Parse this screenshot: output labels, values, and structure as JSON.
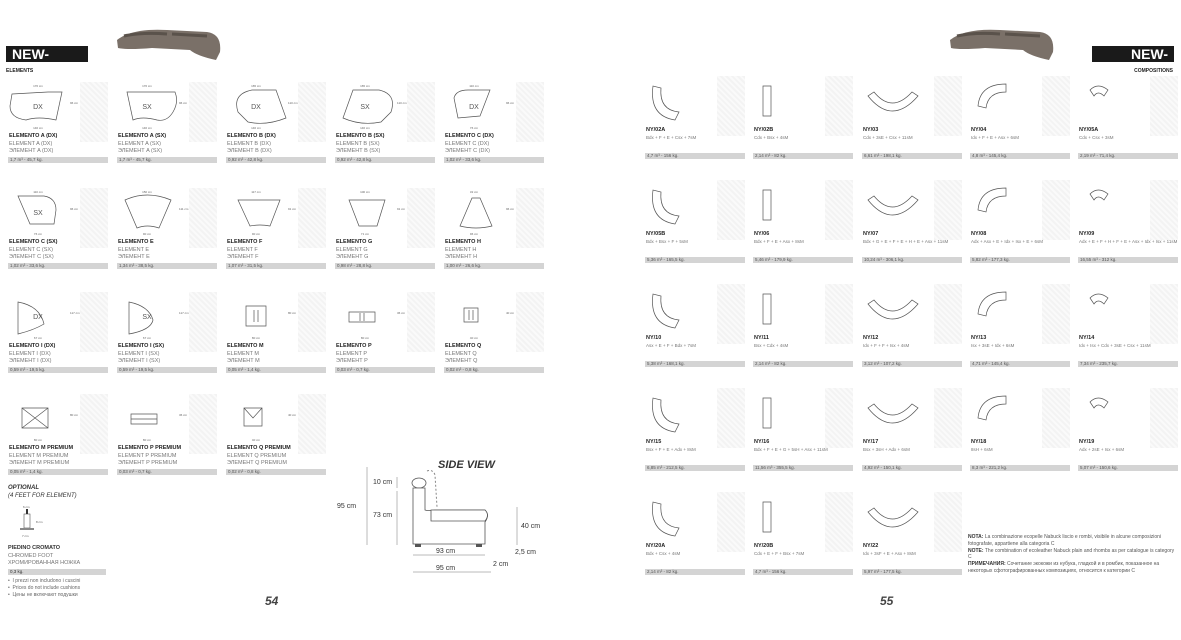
{
  "left": {
    "brand": "NEW-YORK",
    "section": "ELEMENTS",
    "page_number": "54",
    "elements": [
      {
        "it": "ELEMENTO A (DX)",
        "en": "ELEMENT A (DX)",
        "ru": "ЭЛЕМЕНТ A (DX)",
        "spec": "1,7 m³ - 45,7 kg.",
        "tag": "DX",
        "shape": "A",
        "dims": [
          "176 cm",
          "96 cm",
          "146 cm"
        ]
      },
      {
        "it": "ELEMENTO A (SX)",
        "en": "ELEMENT A (SX)",
        "ru": "ЭЛЕМЕНТ A (SX)",
        "spec": "1,7 m³ - 45,7 kg.",
        "tag": "SX",
        "shape": "A2",
        "dims": [
          "176 cm",
          "96 cm",
          "146 cm"
        ]
      },
      {
        "it": "ELEMENTO B (DX)",
        "en": "ELEMENT B (DX)",
        "ru": "ЭЛЕМЕНТ B (DX)",
        "spec": "0,92 m³ - 42,8 kg.",
        "tag": "DX",
        "shape": "B",
        "dims": [
          "165 cm",
          "110 cm",
          "146 cm"
        ]
      },
      {
        "it": "ELEMENTO B (SX)",
        "en": "ELEMENT B (SX)",
        "ru": "ЭЛЕМЕНТ B (SX)",
        "spec": "0,92 m³ - 42,8 kg.",
        "tag": "SX",
        "shape": "B2",
        "dims": [
          "165 cm",
          "110 cm",
          "146 cm"
        ]
      },
      {
        "it": "ELEMENTO C (DX)",
        "en": "ELEMENT C (DX)",
        "ru": "ЭЛЕМЕНТ C (DX)",
        "spec": "1,02 m³ - 33,6 kg.",
        "tag": "DX",
        "shape": "C",
        "dims": [
          "110 cm",
          "96 cm",
          "76 cm"
        ]
      },
      {
        "it": "ELEMENTO C (SX)",
        "en": "ELEMENT C (SX)",
        "ru": "ЭЛЕМЕНТ C (SX)",
        "spec": "1,02 m³ - 33,6 kg.",
        "tag": "SX",
        "shape": "C2",
        "dims": [
          "110 cm",
          "96 cm",
          "76 cm"
        ]
      },
      {
        "it": "ELEMENTO E",
        "en": "ELEMENT E",
        "ru": "ЭЛЕМЕНТ E",
        "spec": "1,34 m³ - 38,5 kg.",
        "tag": "",
        "shape": "E",
        "dims": [
          "150 cm",
          "111 cm",
          "90 cm"
        ]
      },
      {
        "it": "ELEMENTO F",
        "en": "ELEMENT F",
        "ru": "ЭЛЕМЕНТ F",
        "spec": "1,07 m³ - 31,5 kg.",
        "tag": "",
        "shape": "F",
        "dims": [
          "117 cm",
          "91 cm",
          "90 cm"
        ]
      },
      {
        "it": "ELEMENTO G",
        "en": "ELEMENT G",
        "ru": "ЭЛЕМЕНТ G",
        "spec": "0,98 m³ - 28,8 kg.",
        "tag": "",
        "shape": "G",
        "dims": [
          "100 cm",
          "91 cm",
          "71 cm"
        ]
      },
      {
        "it": "ELEMENTO H",
        "en": "ELEMENT H",
        "ru": "ЭЛЕМЕНТ H",
        "spec": "1,00 m³ - 26,6 kg.",
        "tag": "",
        "shape": "H",
        "dims": [
          "32 cm",
          "96 cm",
          "96 cm"
        ]
      },
      {
        "it": "ELEMENTO I (DX)",
        "en": "ELEMENT I (DX)",
        "ru": "ЭЛЕМЕНТ I (DX)",
        "spec": "0,59 m³ - 19,5 kg.",
        "tag": "DX",
        "shape": "I",
        "dims": [
          "",
          "117 cm",
          "67 cm"
        ]
      },
      {
        "it": "ELEMENTO I (SX)",
        "en": "ELEMENT I (SX)",
        "ru": "ЭЛЕМЕНТ I (SX)",
        "spec": "0,59 m³ - 19,5 kg.",
        "tag": "SX",
        "shape": "I2",
        "dims": [
          "",
          "117 cm",
          "67 cm"
        ]
      },
      {
        "it": "ELEMENTO M",
        "en": "ELEMENT M",
        "ru": "ЭЛЕМЕНТ M",
        "spec": "0,05 m³ - 1,4 kg.",
        "tag": "",
        "shape": "M",
        "dims": [
          "",
          "80 cm",
          "80 cm"
        ]
      },
      {
        "it": "ELEMENTO P",
        "en": "ELEMENT P",
        "ru": "ЭЛЕМЕНТ P",
        "spec": "0,03 m³ - 0,7 kg.",
        "tag": "",
        "shape": "P",
        "dims": [
          "",
          "36 cm",
          "80 cm"
        ]
      },
      {
        "it": "ELEMENTO Q",
        "en": "ELEMENT Q",
        "ru": "ЭЛЕМЕНТ Q",
        "spec": "0,02 m³ - 0,8 kg.",
        "tag": "",
        "shape": "Q",
        "dims": [
          "",
          "40 cm",
          "40 cm"
        ]
      },
      {
        "it": "ELEMENTO M PREMIUM",
        "en": "ELEMENT M PREMIUM",
        "ru": "ЭЛЕМЕНТ M PREMIUM",
        "spec": "0,05 m³ - 1,4 kg.",
        "tag": "",
        "shape": "MP",
        "dims": [
          "",
          "80 cm",
          "80 cm"
        ]
      },
      {
        "it": "ELEMENTO P PREMIUM",
        "en": "ELEMENT P PREMIUM",
        "ru": "ЭЛЕМЕНТ P PREMIUM",
        "spec": "0,03 m³ - 0,7 kg.",
        "tag": "",
        "shape": "PP",
        "dims": [
          "",
          "36 cm",
          "80 cm"
        ]
      },
      {
        "it": "ELEMENTO Q PREMIUM",
        "en": "ELEMENT Q PREMIUM",
        "ru": "ЭЛЕМЕНТ Q PREMIUM",
        "spec": "0,02 m³ - 0,8 kg.",
        "tag": "",
        "shape": "QP",
        "dims": [
          "",
          "40 cm",
          "40 cm"
        ]
      }
    ],
    "optional": {
      "title": "OPTIONAL",
      "subtitle": "(4 FEET FOR ELEMENT)",
      "it": "PIEDINO CROMATO",
      "en": "CHROMED FOOT",
      "ru": "ХРОМИРОВАННАЯ НОЖКА",
      "spec": "0,3 kg.",
      "dims": [
        "6 cm",
        "8 cm",
        "7 cm"
      ]
    },
    "notes": [
      "I prezzi non includono i cuscini",
      "Prices do not include cushions",
      "Цены не включают подушки"
    ],
    "side_view": {
      "title": "SIDE VIEW",
      "dims": {
        "total_h": "95 cm",
        "back_h": "73 cm",
        "cushion": "10 cm",
        "seat_h": "40 cm",
        "foot": "2,5 cm",
        "depth_in": "93 cm",
        "gap": "2 cm",
        "depth": "95 cm"
      }
    }
  },
  "right": {
    "brand": "NEW-YORK",
    "section": "COMPOSITIONS",
    "page_number": "55",
    "compositions": [
      {
        "code": "NY/02A",
        "formula": "Bdx + F + E + Csx + 7sM",
        "spec": "4,7 m³ - 156 kg."
      },
      {
        "code": "NY/02B",
        "formula": "Cdx + Bsx + 4sM",
        "spec": "2,14 m³ - 82 kg."
      },
      {
        "code": "NY/03",
        "formula": "Cdx + 3sE + Csx + 11sM",
        "spec": "6,61 m³ - 198,1 kg."
      },
      {
        "code": "NY/04",
        "formula": "Idx + F + E + Asx + 6sM",
        "spec": "4,8 m³ - 145,4 kg."
      },
      {
        "code": "NY/05A",
        "formula": "Cdx + Csx + 3sM",
        "spec": "2,19 m³ - 71,4 kg."
      },
      {
        "code": "NY/05B",
        "formula": "Bdx + Bsx + F + 5sM",
        "spec": "5,36 m³ - 165,5 kg."
      },
      {
        "code": "NY/06",
        "formula": "Bdx + F + E + Asx + 8sM",
        "spec": "5,46 m³ - 179,9 kg."
      },
      {
        "code": "NY/07",
        "formula": "Bdx + G + E + F + E + H + E + Asx + 11sM",
        "spec": "10,24 m³ - 306,1 kg."
      },
      {
        "code": "NY/08",
        "formula": "Adx + Asx + E + Idx + Isx + E + 6sM",
        "spec": "5,82 m³ - 177,3 kg."
      },
      {
        "code": "NY/09",
        "formula": "Adx + E + F + H + F + E + Asx + Idx + Isx + 11sM",
        "spec": "16,55 m³ - 312 kg."
      },
      {
        "code": "NY/10",
        "formula": "Asx + E + F + Bdx + 7sM",
        "spec": "5,38 m³ - 168,1 kg."
      },
      {
        "code": "NY/11",
        "formula": "Bsx + Cdx + 4sM",
        "spec": "2,14 m³ - 82 kg."
      },
      {
        "code": "NY/12",
        "formula": "Idx + F + F + Isx + 4sM",
        "spec": "3,12 m³ - 107,2 kg."
      },
      {
        "code": "NY/13",
        "formula": "Isx + 3sE + Idx + 6sM",
        "spec": "4,71 m³ - 145,4 kg."
      },
      {
        "code": "NY/14",
        "formula": "Idx + Isx + Cdx + 3sE + Csx + 11sM",
        "spec": "7,34 m³ - 235,7 kg."
      },
      {
        "code": "NY/15",
        "formula": "Bsx + F + E + Adx + 8sM",
        "spec": "6,85 m³ - 212,5 kg."
      },
      {
        "code": "NY/16",
        "formula": "Bdx + F + E + G + 5sH + Asx + 11sM",
        "spec": "11,56 m³ - 355,5 kg."
      },
      {
        "code": "NY/17",
        "formula": "Bsx + 3sH + Adx + 6sM",
        "spec": "4,92 m³ - 150,1 kg."
      },
      {
        "code": "NY/18",
        "formula": "8sH + 6sM",
        "spec": "8,3 m³ - 221,2 kg."
      },
      {
        "code": "NY/19",
        "formula": "Adx + 2sE + Isx + 6sM",
        "spec": "5,07 m³ - 150,6 kg."
      },
      {
        "code": "NY/20A",
        "formula": "Bdx + Csx + 4sM",
        "spec": "2,14 m³ - 82 kg."
      },
      {
        "code": "NY/20B",
        "formula": "Cdx + E + F + Bsx + 7sM",
        "spec": "4,7 m³ - 156 kg."
      },
      {
        "code": "NY/22",
        "formula": "Idx + 3sF + E + Asx + 8sM",
        "spec": "5,97 m³ - 177,5 kg."
      }
    ],
    "note": {
      "it_label": "NOTA:",
      "it": "La combinazione ecopelle Nabuck liscio e rombi, visibile in alcune composizioni fotografate, appartiene alla categoria C",
      "en_label": "NOTE:",
      "en": "The combination of ecoleather Nabuck plain and rhombs as per catalogue is category C",
      "ru_label": "ПРИМЕЧАНИЯ:",
      "ru": "Сочетание экокожи из нубука, гладкой и в ромбик, показанное на некоторых сфотографированных композициях, относится к категории C"
    }
  }
}
